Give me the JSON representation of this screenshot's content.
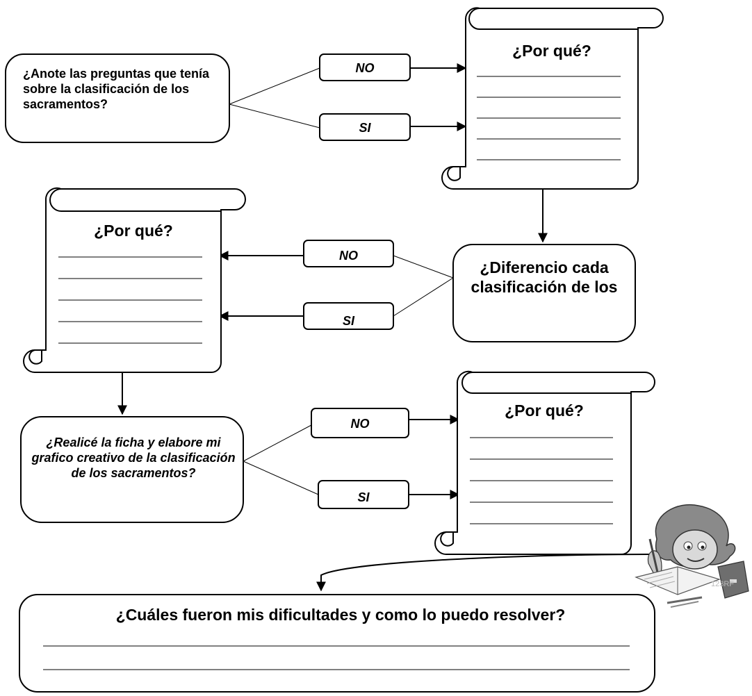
{
  "question_1": "¿Anote las preguntas que tenía sobre la clasificación de los sacramentos?",
  "question_2": "¿Diferencio cada clasificación de los",
  "question_3": "¿Realicé la ficha y elabore mi grafico creativo de la clasificación de los sacramentos?",
  "question_4": "¿Cuáles fueron mis dificultades y como lo puedo resolver?",
  "labels": {
    "no": "NO",
    "si": "SI"
  },
  "scroll_title": "¿Por qué?",
  "illustration": {
    "caption": "123RF",
    "subject": "child-writing-illustration"
  }
}
